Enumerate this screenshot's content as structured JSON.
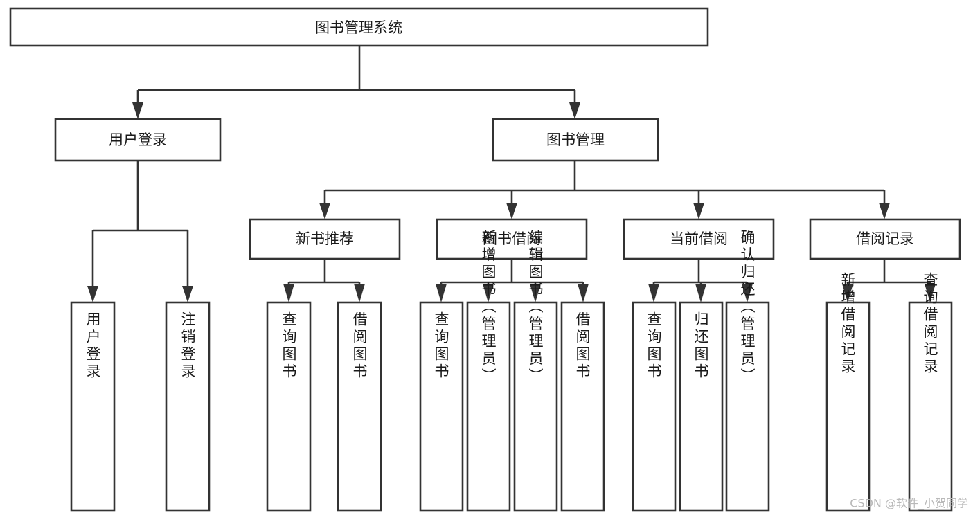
{
  "diagram": {
    "title": "图书管理系统",
    "type": "tree-hierarchy-diagram",
    "colors": {
      "background": "#ffffff",
      "stroke": "#333333",
      "text": "#1a1a1a",
      "watermark": "#b9b9b9"
    },
    "root": {
      "label": "图书管理系统"
    },
    "level2": [
      {
        "label": "用户登录"
      },
      {
        "label": "图书管理"
      }
    ],
    "level3": [
      {
        "label": "新书推荐"
      },
      {
        "label": "图书借阅"
      },
      {
        "label": "当前借阅"
      },
      {
        "label": "借阅记录"
      }
    ],
    "leaves": {
      "user_login": [
        {
          "label": "用户登录"
        },
        {
          "label": "注销登录"
        }
      ],
      "new_book_recommend": [
        {
          "label": "查询图书"
        },
        {
          "label": "借阅图书"
        }
      ],
      "book_borrow": [
        {
          "label": "查询图书"
        },
        {
          "label": "新增图书（管理员）"
        },
        {
          "label": "编辑图书（管理员）"
        },
        {
          "label": "借阅图书"
        }
      ],
      "current_borrow": [
        {
          "label": "查询图书"
        },
        {
          "label": "归还图书"
        },
        {
          "label": "确认归还（管理员）"
        }
      ],
      "borrow_record": [
        {
          "label": "新增借阅记录"
        },
        {
          "label": "查询借阅记录"
        }
      ]
    },
    "watermark": "CSDN @软件_小贺同学"
  }
}
